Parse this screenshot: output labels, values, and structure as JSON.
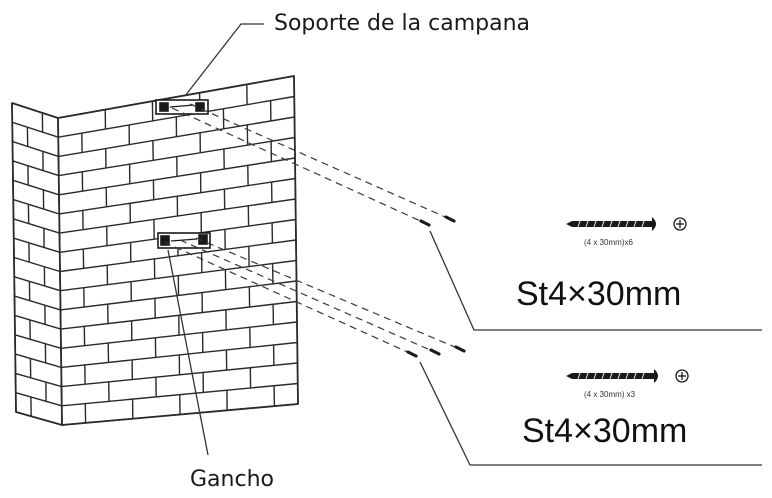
{
  "labels": {
    "bracket": "Soporte de la campana",
    "hook": "Gancho"
  },
  "screws": [
    {
      "quantity": "(4 x 30mm)x6",
      "spec": "St4×30mm"
    },
    {
      "quantity": "(4 x 30mm) x3",
      "spec": "St4×30mm"
    }
  ],
  "icons": {
    "screw": "screw-icon",
    "screw_head": "phillips-head-icon",
    "wall": "brick-wall-icon"
  },
  "colors": {
    "ink": "#1a1a1a",
    "background": "#ffffff"
  }
}
